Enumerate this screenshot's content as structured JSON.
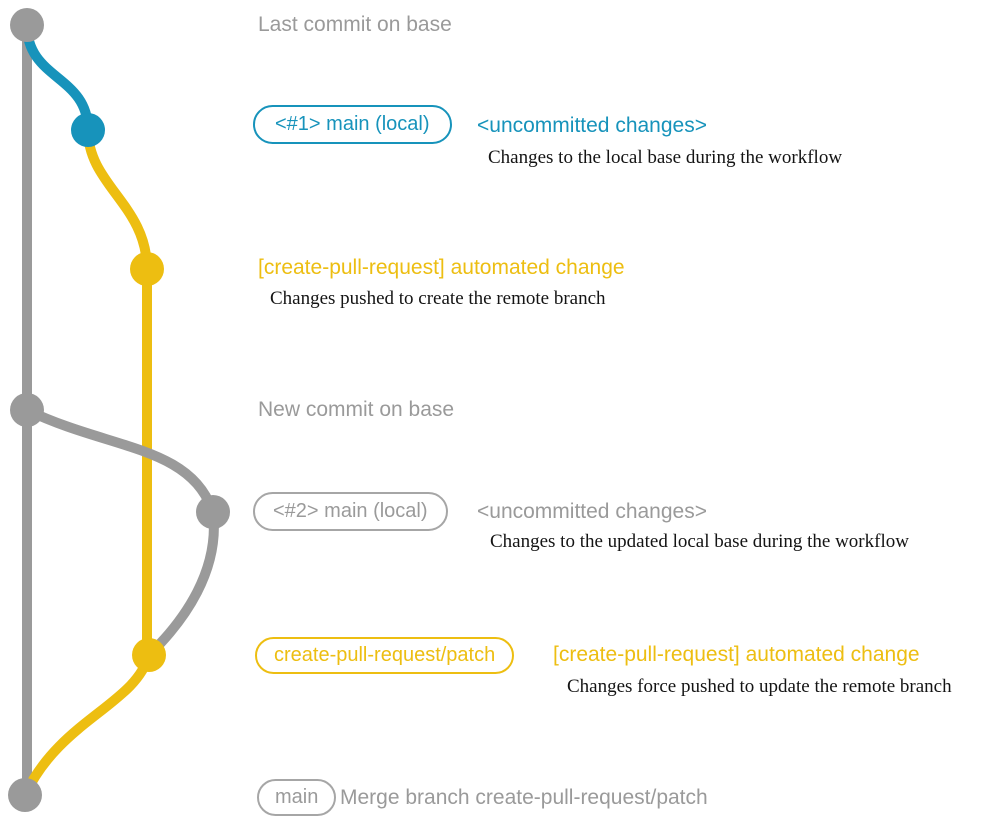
{
  "colors": {
    "gray": "#9a9a9a",
    "blue": "#1793bb",
    "yellow": "#edbe11",
    "ink": "#141414"
  },
  "captions": {
    "top": "Last commit on base",
    "middle": "New commit on base"
  },
  "row1": {
    "badge": "<#1> main (local)",
    "title": "<uncommitted changes>",
    "desc": "Changes to the local base during the workflow"
  },
  "row2": {
    "title": "[create-pull-request] automated change",
    "desc": "Changes pushed to create the remote branch"
  },
  "row3": {
    "badge": "<#2> main (local)",
    "title": "<uncommitted changes>",
    "desc": "Changes to the updated local base during the workflow"
  },
  "row4": {
    "badge": "create-pull-request/patch",
    "title": "[create-pull-request] automated change",
    "desc": "Changes force pushed to update the remote branch"
  },
  "row5": {
    "badge": "main",
    "title": "Merge branch create-pull-request/patch"
  }
}
